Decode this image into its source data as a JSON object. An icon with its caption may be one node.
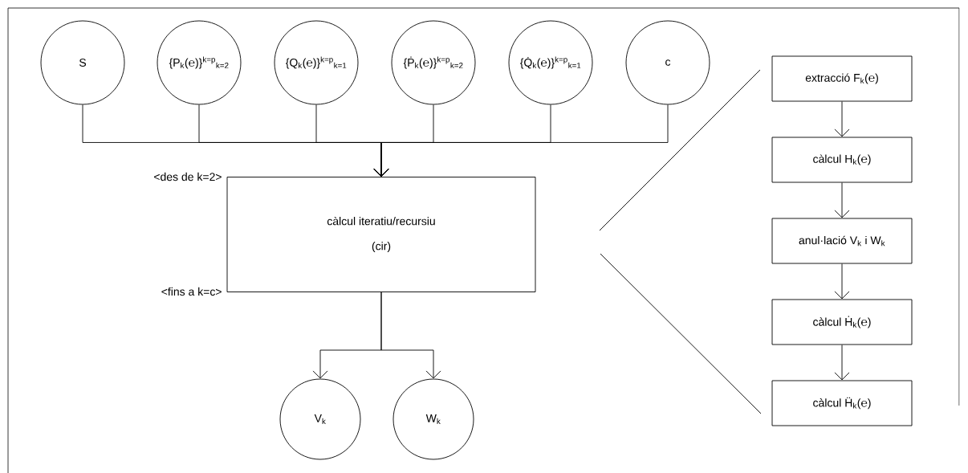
{
  "diagram": {
    "nodes": [
      {
        "text": [
          "S"
        ]
      },
      {
        "text": [
          "{P$_{k}$(℮)}$^{k=p}$$_{k=2}$"
        ]
      },
      {
        "text": [
          "{Q$_{k}$(℮)}$^{k=p}$$_{k=1}$"
        ]
      },
      {
        "text": [
          "{Ṗ$_{k}$(℮)}$^{k=p}$$_{k=2}$"
        ]
      },
      {
        "text": [
          "{Q̇$_{k}$(℮)}$^{k=p}$$_{k=1}$"
        ]
      },
      {
        "text": [
          "c"
        ]
      },
      {
        "text": [
          "càlcul iteratiu/recursiu",
          "(cir)"
        ]
      },
      {
        "text": [
          "V$_{k}$"
        ]
      },
      {
        "text": [
          "W$_{k}$"
        ]
      },
      {
        "text": [
          "extracció F$_{k}$(℮)"
        ]
      },
      {
        "text": [
          "càlcul H$_{k}$(℮)"
        ]
      },
      {
        "text": [
          "anul·lació V$_{k}$ i W$_{k}$"
        ]
      },
      {
        "text": [
          "càlcul Ḣ$_{k}$(℮)"
        ]
      },
      {
        "text": [
          "càlcul Ḧ$_{k}$(℮)"
        ]
      }
    ],
    "edges": [
      {
        "from": 0,
        "to": 6,
        "arrow": "to"
      },
      {
        "from": 1,
        "to": 6,
        "arrow": "to"
      },
      {
        "from": 2,
        "to": 6,
        "arrow": "to"
      },
      {
        "from": 3,
        "to": 6,
        "arrow": "to"
      },
      {
        "from": 4,
        "to": 6,
        "arrow": "to"
      },
      {
        "from": 5,
        "to": 6,
        "arrow": "to"
      },
      {
        "from": 6,
        "to": 7,
        "arrow": "to"
      },
      {
        "from": 6,
        "to": 8,
        "arrow": "to"
      },
      {
        "from": 9,
        "to": 10,
        "arrow": "to"
      },
      {
        "from": 10,
        "to": 11,
        "arrow": "to"
      },
      {
        "from": 11,
        "to": 12,
        "arrow": "to"
      },
      {
        "from": 12,
        "to": 13,
        "arrow": "to"
      }
    ],
    "labels": [
      "<des de k=2>",
      "<fins a k=c>"
    ]
  }
}
